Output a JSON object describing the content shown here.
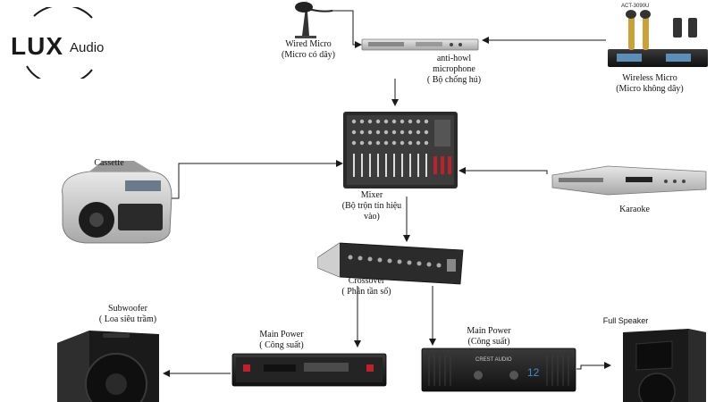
{
  "brand": {
    "logo_main": "LUX",
    "logo_sub": "Audio"
  },
  "nodes": {
    "wired_micro": {
      "label": "Wired Micro",
      "sub": "(Micro có dây)"
    },
    "anti_howl": {
      "label1": "anti-howl",
      "label2": "microphone",
      "sub": "( Bộ chống hú)"
    },
    "wireless_micro": {
      "label": "Wireless Micro",
      "sub": "(Micro không dây)",
      "model": "ACT-3090U"
    },
    "mixer": {
      "label": "Mixer",
      "sub1": "(Bộ trộn tín hiệu",
      "sub2": "vào)"
    },
    "cassette": {
      "label": "Cassette"
    },
    "karaoke": {
      "label": "Karaoke"
    },
    "crossover": {
      "label": "Crossover",
      "sub": "( Phân tần số)"
    },
    "subwoofer": {
      "label": "Subwoofer",
      "sub": "( Loa siêu trầm)"
    },
    "main_power_1": {
      "label": "Main Power",
      "sub": "( Công suất)"
    },
    "main_power_2": {
      "label": "Main Power",
      "sub": "(Công suất)"
    },
    "full_speaker": {
      "label": "Full Speaker"
    }
  },
  "device_marks": {
    "crest_brand": "CREST AUDIO",
    "crest_model": "12"
  },
  "colors": {
    "line": "#1a1a1a",
    "device_dark": "#1e1e1e",
    "device_silver": "#c9c9c9",
    "accent_red": "#c0202a",
    "accent_blue": "#3a8fd6"
  }
}
